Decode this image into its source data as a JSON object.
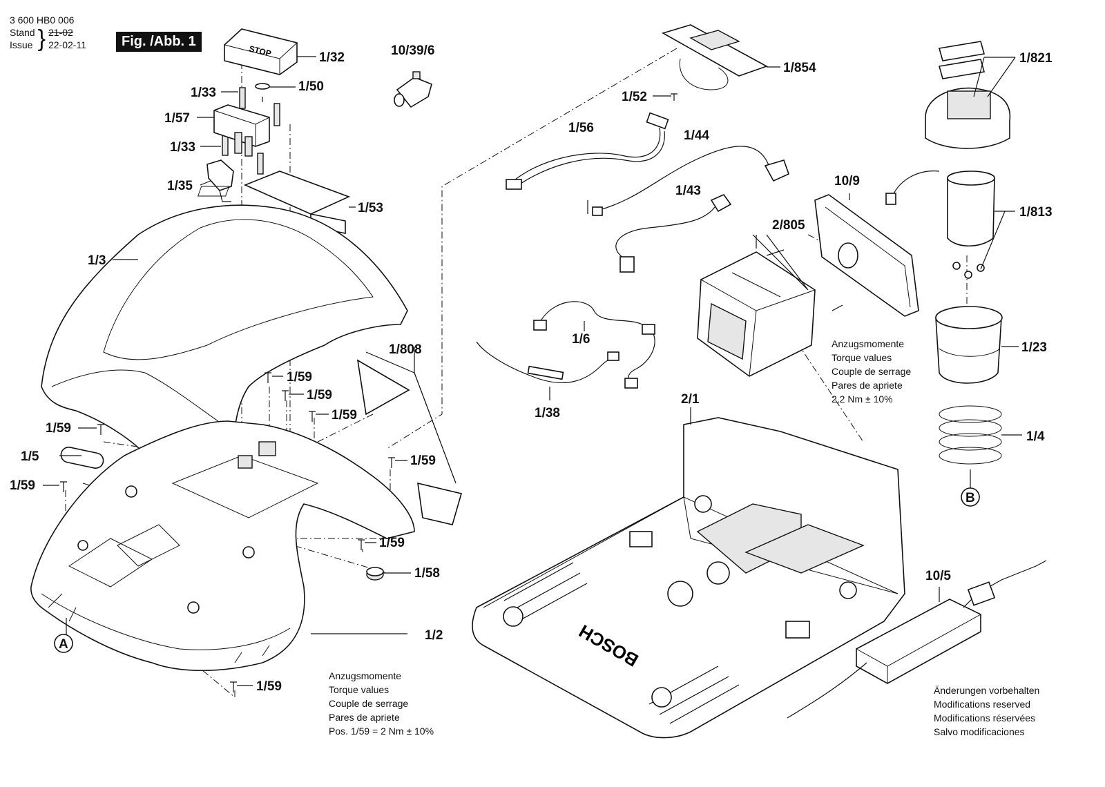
{
  "header": {
    "doc_number": "3 600 HB0 006",
    "stand_label": "Stand",
    "issue_label": "Issue",
    "stand_old_value": "21-02",
    "issue_value": "22-02-11",
    "figure_label": "Fig. /Abb. 1"
  },
  "parts": {
    "p1_32": "1/32",
    "p1_50": "1/50",
    "p1_33a": "1/33",
    "p1_57": "1/57",
    "p1_33b": "1/33",
    "p1_35": "1/35",
    "p1_53": "1/53",
    "p1_3": "1/3",
    "p10_39_6": "10/39/6",
    "p1_854": "1/854",
    "p1_52": "1/52",
    "p1_56": "1/56",
    "p1_44": "1/44",
    "p1_43": "1/43",
    "p10_9": "10/9",
    "p2_805": "2/805",
    "p1_821": "1/821",
    "p1_813": "1/813",
    "p1_23": "1/23",
    "p1_4": "1/4",
    "p1_6": "1/6",
    "p1_38": "1/38",
    "p1_808": "1/808",
    "p1_59a": "1/59",
    "p1_59b": "1/59",
    "p1_59c": "1/59",
    "p1_59d": "1/59",
    "p1_59e": "1/59",
    "p1_59f": "1/59",
    "p1_59g": "1/59",
    "p1_59h": "1/59",
    "p1_5": "1/5",
    "p1_58": "1/58",
    "p1_2": "1/2",
    "p2_1": "2/1",
    "p10_5": "10/5",
    "marker_a": "A",
    "marker_b": "B"
  },
  "notes": {
    "torque_right": [
      "Anzugsmomente",
      "Torque values",
      "Couple de serrage",
      "Pares de apriete",
      "2,2 Nm  ± 10%"
    ],
    "torque_left": [
      "Anzugsmomente",
      "Torque values",
      "Couple de serrage",
      "Pares de apriete",
      "Pos.    1/59 = 2 Nm  ± 10%"
    ],
    "changes": [
      "Änderungen vorbehalten",
      "Modifications reserved",
      "Modifications réservées",
      "Salvo modificaciones"
    ]
  },
  "decals": {
    "stop": "STOP",
    "brand": "BOSCH"
  }
}
